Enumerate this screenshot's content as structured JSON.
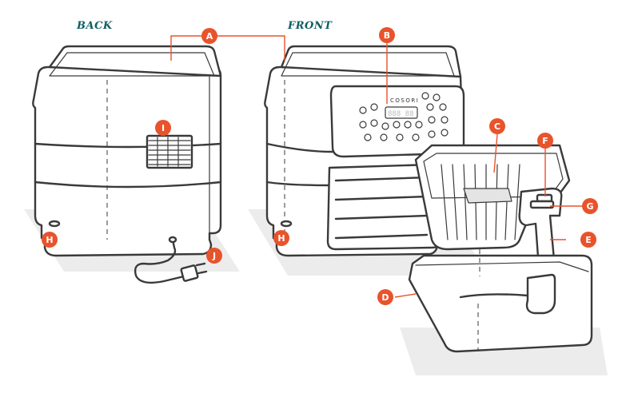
{
  "views": {
    "back": "BACK",
    "front": "FRONT"
  },
  "brand": "COSORI",
  "display_text": "888 88",
  "callouts": {
    "A": "A",
    "B": "B",
    "C": "C",
    "D": "D",
    "E": "E",
    "F": "F",
    "G": "G",
    "H1": "H",
    "H2": "H",
    "I": "I",
    "J": "J"
  },
  "colors": {
    "accent": "#e8532c",
    "label": "#0f5e63",
    "outline": "#3a3a3a",
    "shadow": "#ececec"
  }
}
